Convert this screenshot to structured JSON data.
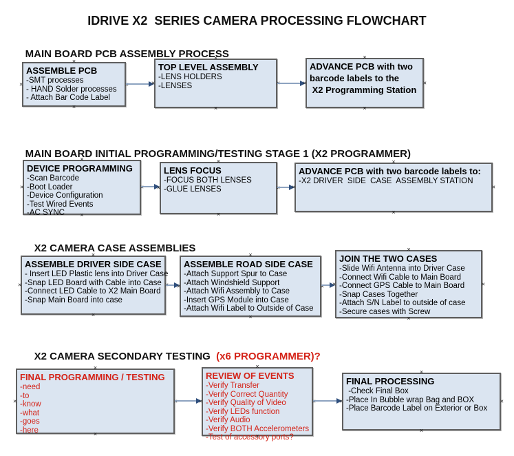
{
  "page_title": "IDRIVE X2  SERIES CAMERA PROCESSING FLOWCHART",
  "icons": {
    "connection_point": "×"
  },
  "colors": {
    "box_fill": "#dbe5f1",
    "box_border": "#5f5f5f",
    "red": "#d42318",
    "connector_line": "#8da3c0",
    "connector_head": "#2f4f7d",
    "text": "#000000"
  },
  "sections": [
    {
      "heading": "MAIN BOARD PCB ASSEMBLY PROCESS",
      "heading_red": "",
      "boxes": [
        {
          "title": "ASSEMBLE PCB",
          "items": [
            "-SMT processes",
            "- HAND Solder processes",
            "- Attach Bar Code Label"
          ]
        },
        {
          "title": "TOP LEVEL ASSEMBLY",
          "items": [
            "-LENS HOLDERS",
            "-LENSES"
          ]
        },
        {
          "title": "ADVANCE PCB with two\nbarcode labels to the\n X2 Programming Station",
          "items": []
        }
      ]
    },
    {
      "heading": "MAIN BOARD INITIAL PROGRAMMING/TESTING STAGE 1 (X2 PROGRAMMER)",
      "heading_red": "",
      "boxes": [
        {
          "title": "DEVICE PROGRAMMING",
          "items": [
            "-Scan Barcode",
            "-Boot Loader",
            "-Device Configuration",
            "-Test Wired Events",
            "-AC SYNC"
          ]
        },
        {
          "title": "LENS FOCUS",
          "items": [
            "-FOCUS BOTH LENSES",
            "-GLUE LENSES"
          ]
        },
        {
          "title": "ADVANCE PCB with two barcode labels to:",
          "items": [
            "-X2 DRIVER  SIDE  CASE  ASSEMBLY STATION"
          ]
        }
      ]
    },
    {
      "heading": "X2 CAMERA CASE ASSEMBLIES",
      "heading_red": "",
      "boxes": [
        {
          "title": "ASSEMBLE DRIVER SIDE CASE",
          "items": [
            "- Insert LED Plastic lens into Driver Case",
            "-Snap LED Board with Cable into Case",
            "-Connect LED Cable to X2 Main Board",
            "-Snap Main Board into case"
          ]
        },
        {
          "title": "ASSEMBLE ROAD SIDE CASE",
          "items": [
            "-Attach Support Spur to Case",
            "-Attach Windshield Support",
            "-Attach Wifi Assembly to Case",
            "-Insert GPS Module into Case",
            "-Attach Wifi Label to Outside of Case"
          ]
        },
        {
          "title": "JOIN THE TWO CASES",
          "items": [
            "-Slide Wifi Antenna into Driver Case",
            "-Connect Wifi Cable to Main Board",
            "-Connect GPS Cable to Main Board",
            "-Snap Cases Together",
            "-Attach S/N Label to outside of case",
            "-Secure cases with Screw"
          ]
        }
      ]
    },
    {
      "heading": "X2 CAMERA SECONDARY TESTING",
      "heading_red": "  (x6 PROGRAMMER)?",
      "boxes": [
        {
          "title": "FINAL PROGRAMMING / TESTING",
          "items": [
            "-need",
            "-to",
            "-know",
            "-what",
            "-goes",
            "-here"
          ]
        },
        {
          "title": "REVIEW OF EVENTS",
          "items": [
            "-Verify Transfer",
            "-Verify Correct Quantity",
            "-Verify Quality of Video",
            "-Verify LEDs function",
            "-Verify Audio",
            "-Verify BOTH Accelerometers",
            "-Test of accessory ports?"
          ]
        },
        {
          "title": "FINAL PROCESSING",
          "items": [
            " -Check Final Box",
            "-Place In Bubble wrap Bag and BOX",
            "-Place Barcode Label on Exterior or Box"
          ]
        }
      ]
    }
  ]
}
